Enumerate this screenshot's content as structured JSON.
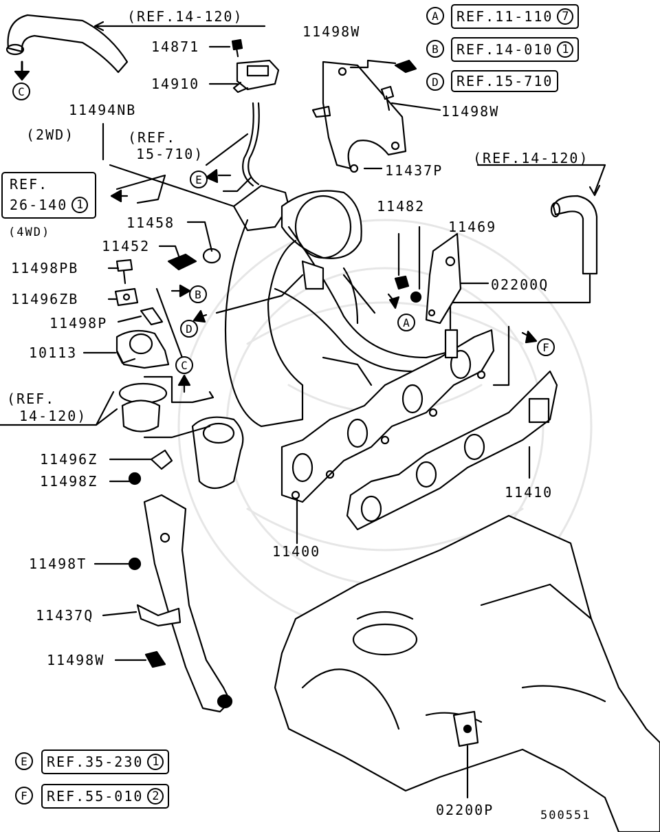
{
  "refs_top": [
    {
      "letter": "A",
      "text": "REF.11-110",
      "circle": "7"
    },
    {
      "letter": "B",
      "text": "REF.14-010",
      "circle": "1"
    },
    {
      "letter": "D",
      "text": "REF.15-710",
      "circle": ""
    }
  ],
  "refs_bottom": [
    {
      "letter": "E",
      "text": "REF.35-230",
      "circle": "1"
    },
    {
      "letter": "F",
      "text": "REF.55-010",
      "circle": "2"
    }
  ],
  "ref_box_left": {
    "line1": "REF.",
    "line2": "26-140",
    "circle": "1"
  },
  "labels": {
    "ref_14_120_top": "(REF.14-120)",
    "ref_14_120_right": "(REF.14-120)",
    "ref_14_120_left_1": "(REF.",
    "ref_14_120_left_2": "14-120)",
    "ref_15_710_1": "(REF.",
    "ref_15_710_2": "15-710)",
    "wd2": "(2WD)",
    "wd4": "(4WD)",
    "p14871": "14871",
    "p14910": "14910",
    "p11494NB": "11494NB",
    "p11498W_a": "11498W",
    "p11498W_b": "11498W",
    "p11437P": "11437P",
    "p11482": "11482",
    "p11469": "11469",
    "p02200Q": "02200Q",
    "p11458": "11458",
    "p11452": "11452",
    "p11498PB": "11498PB",
    "p11496ZB": "11496ZB",
    "p11498P": "11498P",
    "p10113": "10113",
    "p11496Z": "11496Z",
    "p11498Z": "11498Z",
    "p11410": "11410",
    "p11400": "11400",
    "p11498T": "11498T",
    "p11437Q": "11437Q",
    "p11498W_c": "11498W",
    "p02200P": "02200P",
    "diagram_no": "500551"
  },
  "callouts": {
    "A": "A",
    "B": "B",
    "C": "C",
    "D": "D",
    "E": "E",
    "F": "F"
  }
}
